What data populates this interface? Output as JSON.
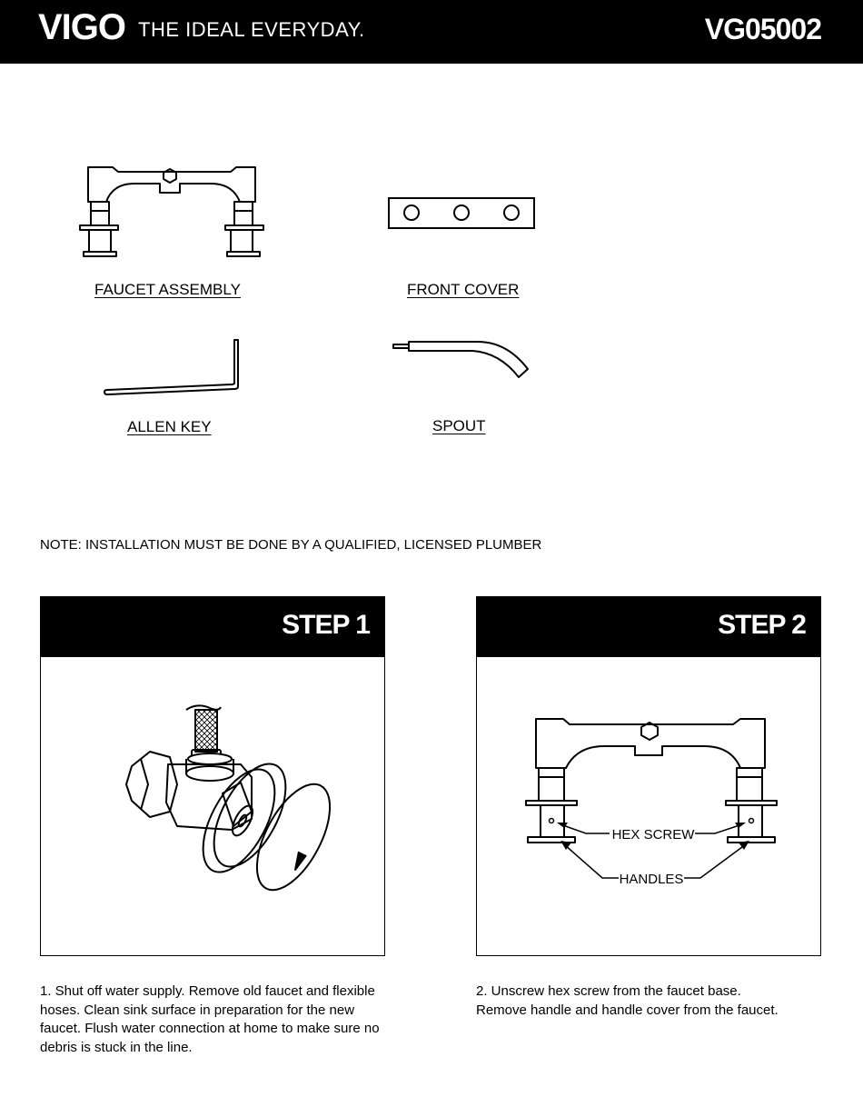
{
  "header": {
    "logo": "VIGO",
    "tagline": "THE IDEAL EVERYDAY.",
    "model": "VG05002"
  },
  "parts": {
    "faucet_assembly": "FAUCET ASSEMBLY",
    "front_cover": "FRONT COVER",
    "allen_key": "ALLEN KEY",
    "spout": "SPOUT"
  },
  "note": "NOTE:  INSTALLATION MUST BE DONE BY A QUALIFIED, LICENSED PLUMBER",
  "steps": [
    {
      "title": "STEP 1",
      "text": "1. Shut off water supply. Remove old faucet and flexible hoses. Clean sink surface in preparation for the new faucet. Flush water connection at home to make sure no debris is stuck in the line."
    },
    {
      "title": "STEP 2",
      "text": "2. Unscrew hex screw from the faucet base. Remove handle and handle cover from the faucet.",
      "callouts": {
        "hex_screw": "HEX SCREW",
        "handles": "HANDLES"
      }
    }
  ]
}
